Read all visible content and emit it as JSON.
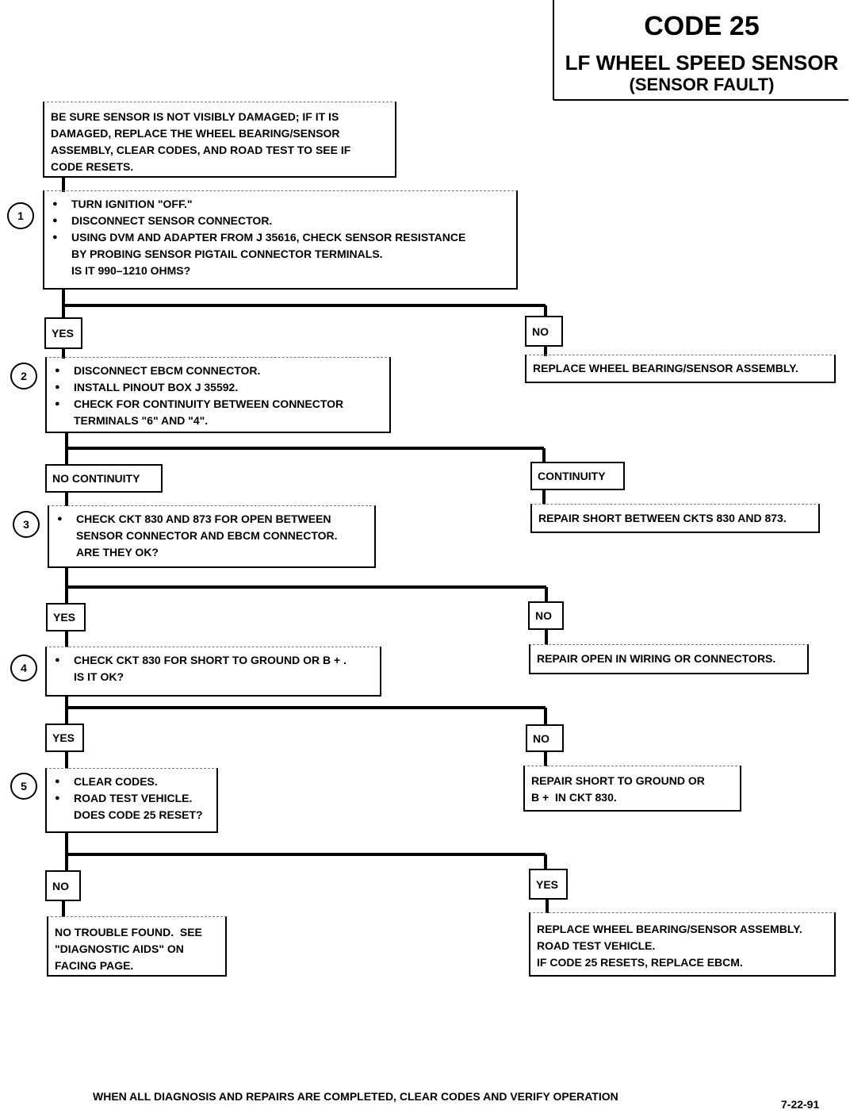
{
  "header": {
    "code": "CODE 25",
    "title": "LF WHEEL SPEED SENSOR",
    "subtitle": "(SENSOR FAULT)"
  },
  "intro": "BE SURE SENSOR IS NOT VISIBLY DAMAGED; IF IT IS\nDAMAGED, REPLACE THE WHEEL BEARING/SENSOR\nASSEMBLY, CLEAR CODES, AND ROAD TEST TO SEE IF\nCODE RESETS.",
  "steps": [
    {
      "num": "1",
      "items": [
        {
          "b": true,
          "t": "TURN IGNITION \"OFF.\""
        },
        {
          "b": true,
          "t": "DISCONNECT SENSOR CONNECTOR."
        },
        {
          "b": true,
          "t": "USING DVM AND ADAPTER FROM J 35616, CHECK SENSOR RESISTANCE"
        },
        {
          "b": false,
          "t": "BY PROBING SENSOR PIGTAIL CONNECTOR TERMINALS."
        },
        {
          "b": false,
          "t": "IS IT 990–1210 OHMS?"
        }
      ],
      "left": "YES",
      "right": "NO",
      "right_result": "REPLACE WHEEL BEARING/SENSOR ASSEMBLY."
    },
    {
      "num": "2",
      "items": [
        {
          "b": true,
          "t": "DISCONNECT EBCM CONNECTOR."
        },
        {
          "b": true,
          "t": "INSTALL PINOUT BOX J 35592."
        },
        {
          "b": true,
          "t": "CHECK FOR CONTINUITY BETWEEN CONNECTOR"
        },
        {
          "b": false,
          "t": "TERMINALS \"6\" AND \"4\"."
        }
      ],
      "left": "NO CONTINUITY",
      "right": "CONTINUITY",
      "right_result": "REPAIR SHORT BETWEEN CKTS 830 AND 873."
    },
    {
      "num": "3",
      "items": [
        {
          "b": true,
          "t": "CHECK CKT 830 AND 873 FOR OPEN BETWEEN"
        },
        {
          "b": false,
          "t": "SENSOR CONNECTOR AND EBCM CONNECTOR."
        },
        {
          "b": false,
          "t": "ARE THEY OK?"
        }
      ],
      "left": "YES",
      "right": "NO",
      "right_result": "REPAIR OPEN IN WIRING OR CONNECTORS."
    },
    {
      "num": "4",
      "items": [
        {
          "b": true,
          "t": "CHECK CKT 830 FOR SHORT TO GROUND OR B + ."
        },
        {
          "b": false,
          "t": "IS IT OK?"
        }
      ],
      "left": "YES",
      "right": "NO",
      "right_result": "REPAIR SHORT TO GROUND OR\nB +  IN CKT 830."
    },
    {
      "num": "5",
      "items": [
        {
          "b": true,
          "t": "CLEAR CODES."
        },
        {
          "b": true,
          "t": "ROAD TEST VEHICLE."
        },
        {
          "b": false,
          "t": "DOES CODE 25 RESET?"
        }
      ],
      "left": "NO",
      "right": "YES",
      "left_result": "NO TROUBLE FOUND.  SEE\n\"DIAGNOSTIC AIDS\" ON\nFACING PAGE.",
      "right_result": "REPLACE WHEEL BEARING/SENSOR ASSEMBLY.\nROAD TEST VEHICLE.\nIF CODE 25 RESETS, REPLACE EBCM."
    }
  ],
  "footer": {
    "note": "WHEN ALL DIAGNOSIS AND REPAIRS ARE COMPLETED, CLEAR CODES AND VERIFY OPERATION",
    "date": "7-22-91"
  }
}
